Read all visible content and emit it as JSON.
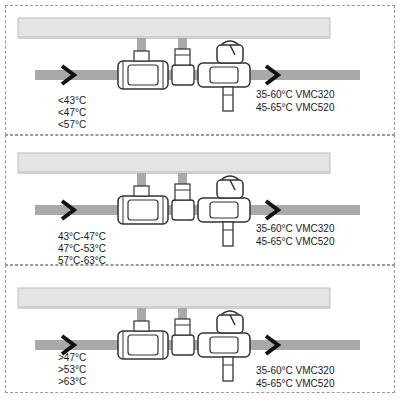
{
  "diagram": {
    "nodes": [
      {
        "text": [
          "<43°C",
          "<47°C",
          "<57°C",
          "35-60°C VMC320",
          "45-65°C VMC520"
        ]
      },
      {
        "text": [
          "43°C-47°C",
          "47°C-53°C",
          "57°C-63°C",
          "35-60°C VMC320",
          "45-65°C VMC520"
        ]
      },
      {
        "text": [
          ">47°C",
          ">53°C",
          ">63°C",
          "35-60°C VMC320",
          "45-65°C VMC520"
        ]
      }
    ]
  }
}
